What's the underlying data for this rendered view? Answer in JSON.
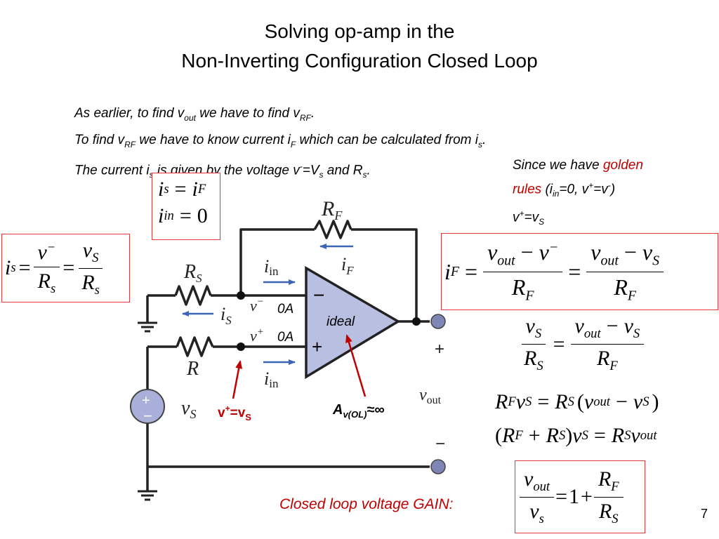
{
  "title": {
    "line1": "Solving op-amp in the",
    "line2": "Non-Inverting Configuration Closed Loop"
  },
  "intro": {
    "line1": {
      "a": "As earlier, to find v",
      "a_sub": "out",
      "b": " we have to find v",
      "b_sub": "RF",
      "c": "."
    },
    "line2": {
      "a": "To find v",
      "a_sub": "RF",
      "b": " we have to know current i",
      "b_sub": "F",
      "c": " which can be calculated from i",
      "c_sub": "s",
      "d": "."
    },
    "line3": {
      "a": "The current i",
      "a_sub": "s",
      "b": " is given by the voltage v",
      "b_sup": "-",
      "c": "=V",
      "c_sub": "s",
      "d": " and R",
      "d_sub": "s",
      "e": "."
    }
  },
  "golden_rules": {
    "prefix": "Since we have ",
    "highlight1": "golden",
    "highlight2": "rules",
    "cond_open": " (i",
    "cond_sub": "in",
    "cond_mid": "=0, v",
    "cond_sup1": "+",
    "cond_mid2": "=v",
    "cond_sup2": "-",
    "cond_close": ")",
    "line3_a": "v",
    "line3_sup": "+",
    "line3_b": "=v",
    "line3_sub": "S"
  },
  "equations": {
    "box_top": {
      "l1_a": "i",
      "l1_a_sub": "s",
      "l1_eq": "=",
      "l1_b": "i",
      "l1_b_sub": "F",
      "l2_a": "i",
      "l2_a_sub": "in",
      "l2_eq": "=",
      "l2_b": "0"
    },
    "box_left": {
      "lhs": "i",
      "lhs_sub": "s",
      "eq": "=",
      "n1": "v",
      "n1_sup": "−",
      "d1": "R",
      "d1_sub": "s",
      "n2": "v",
      "n2_sub": "S",
      "d2": "R",
      "d2_sub": "s"
    },
    "box_right": {
      "lhs": "i",
      "lhs_sub": "F",
      "eq": "=",
      "n1_a": "v",
      "n1_a_sub": "out",
      "minus": "−",
      "n1_b": "v",
      "n1_b_sup": "−",
      "d1": "R",
      "d1_sub": "F",
      "n2_a": "v",
      "n2_a_sub": "out",
      "n2_b": "v",
      "n2_b_sub": "S",
      "d2": "R",
      "d2_sub": "F"
    },
    "eq3": {
      "n1": "v",
      "n1_sub": "S",
      "d1": "R",
      "d1_sub": "S",
      "eq": "=",
      "n2_a": "v",
      "n2_a_sub": "out",
      "minus": "−",
      "n2_b": "v",
      "n2_b_sub": "S",
      "d2": "R",
      "d2_sub": "F"
    },
    "eq4": {
      "a": "R",
      "a_sub": "F",
      "b": "v",
      "b_sub": "S",
      "eq": "=",
      "c": "R",
      "c_sub": "S",
      "open": "(",
      "d": "v",
      "d_sub": "out",
      "minus": "−",
      "e": "v",
      "e_sub": "S",
      "close": ")"
    },
    "eq5": {
      "open": "(",
      "a": "R",
      "a_sub": "F",
      "plus": "+",
      "b": "R",
      "b_sub": "S",
      "close": ")",
      "c": "v",
      "c_sub": "S",
      "eq": "=",
      "d": "R",
      "d_sub": "S",
      "e": "v",
      "e_sub": "out"
    },
    "gain": {
      "n": "v",
      "n_sub": "out",
      "d": "v",
      "d_sub": "s",
      "eq": "=",
      "one": "1",
      "plus": "+",
      "n2": "R",
      "n2_sub": "F",
      "d2": "R",
      "d2_sub": "S"
    }
  },
  "circuit": {
    "rf_label": "R",
    "rf_sub": "F",
    "rs_label": "R",
    "rs_sub": "S",
    "r_label": "R",
    "iin_top": "i",
    "iin_top_sub": "in",
    "if_label": "i",
    "if_sub": "F",
    "is_label": "i",
    "is_sub": "S",
    "iin_bot": "i",
    "iin_bot_sub": "in",
    "vminus": "v",
    "vminus_sup": "−",
    "vplus": "v",
    "vplus_sup": "+",
    "zero_a_top": "0A",
    "zero_a_bot": "0A",
    "ideal": "ideal",
    "minus_sign": "−",
    "plus_sign": "+",
    "vs_label": "v",
    "vs_sub": "S",
    "src_plus": "+",
    "src_minus": "−",
    "out_plus": "+",
    "out_minus": "−",
    "vout_label": "v",
    "vout_sub": "out",
    "ann_vplus_a": "v",
    "ann_vplus_sup": "+",
    "ann_vplus_b": "=v",
    "ann_vplus_sub": "S",
    "ann_gain_a": "A",
    "ann_gain_sub": "v(OL)",
    "ann_gain_b": "≈∞"
  },
  "caption": "Closed loop voltage GAIN:",
  "page_number": "7",
  "colors": {
    "accent_red": "#c00000",
    "box_border": "#e23a3a",
    "opamp_fill": "#b9bfe0",
    "arrow_blue": "#3c64b4",
    "terminal": "#7f86b5"
  }
}
